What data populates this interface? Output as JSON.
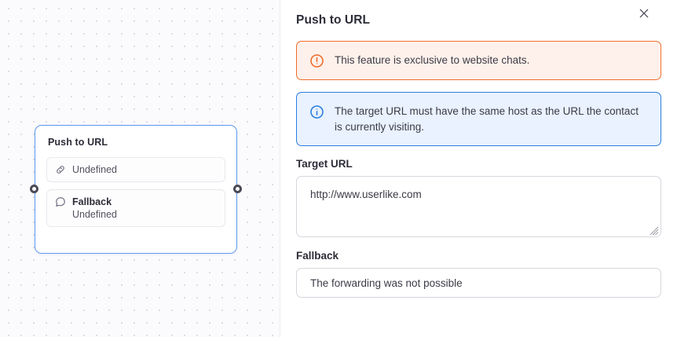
{
  "canvas": {
    "node": {
      "title": "Push to URL",
      "rows": [
        {
          "icon": "link-icon",
          "value": "Undefined"
        },
        {
          "icon": "chat-bubble-icon",
          "label": "Fallback",
          "value": "Undefined"
        }
      ],
      "handles": {
        "left": "input-handle",
        "right": "output-handle"
      }
    }
  },
  "panel": {
    "title": "Push to URL",
    "close_label": "close-icon",
    "alerts": [
      {
        "type": "warning",
        "icon": "exclamation-circle-icon",
        "text": "This feature is exclusive to website chats.",
        "accent": "#ef6c2a",
        "background": "#fef1eb"
      },
      {
        "type": "info",
        "icon": "info-circle-icon",
        "text": "The target URL must have the same host as the URL the contact is currently visiting.",
        "accent": "#2a7de1",
        "background": "#e9f2fe"
      }
    ],
    "fields": [
      {
        "label": "Target URL",
        "value": "http://www.userlike.com",
        "placeholder": "",
        "control": "textarea"
      },
      {
        "label": "Fallback",
        "value": "The forwarding was not possible",
        "placeholder": "",
        "control": "input"
      }
    ]
  }
}
